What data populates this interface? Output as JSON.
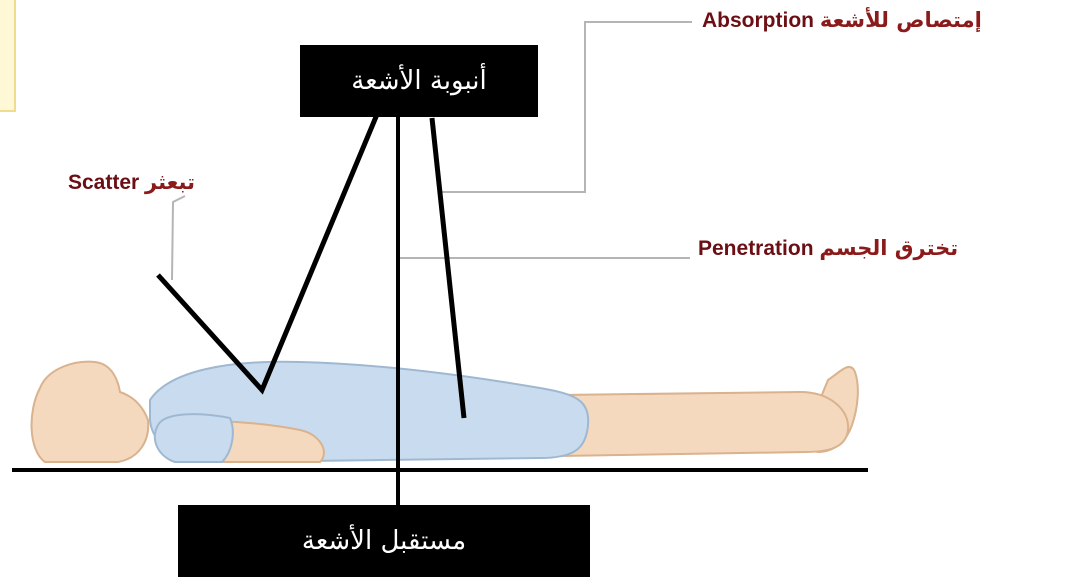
{
  "labels": {
    "tube": "أنبوبة الأشعة",
    "receiver": "مستقبل الأشعة",
    "absorption_ar": "إمتصاص للأشعة",
    "absorption_en": "Absorption",
    "scatter_ar": "تبعثر",
    "scatter_en": "Scatter",
    "penetration_ar": "تخترق الجسم",
    "penetration_en": "Penetration"
  },
  "colors": {
    "label_text": "#8b1a1a",
    "box_fill": "#000000",
    "box_text": "#ffffff",
    "gown": "#c9dcef",
    "skin": "#f5d9bf",
    "skin_outline": "#d9b28e"
  }
}
